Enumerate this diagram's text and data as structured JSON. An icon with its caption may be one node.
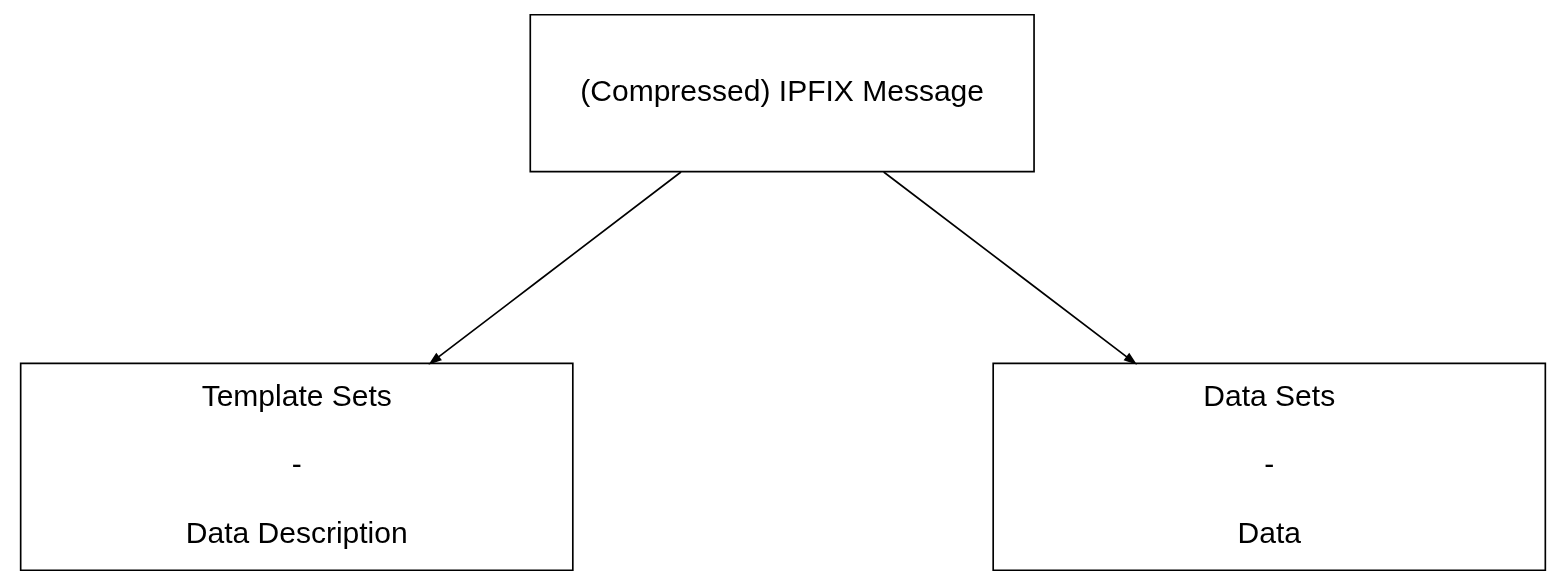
{
  "diagram": {
    "nodes": [
      {
        "text": [
          "(Compressed) IPFIX Message"
        ]
      },
      {
        "text": [
          "Template Sets",
          "-",
          "Data Description"
        ]
      },
      {
        "text": [
          "Data Sets",
          "-",
          "Data"
        ]
      }
    ],
    "edges": [
      {
        "from": 0,
        "to": 1,
        "arrow": "to"
      },
      {
        "from": 0,
        "to": 2,
        "arrow": "to"
      }
    ]
  }
}
